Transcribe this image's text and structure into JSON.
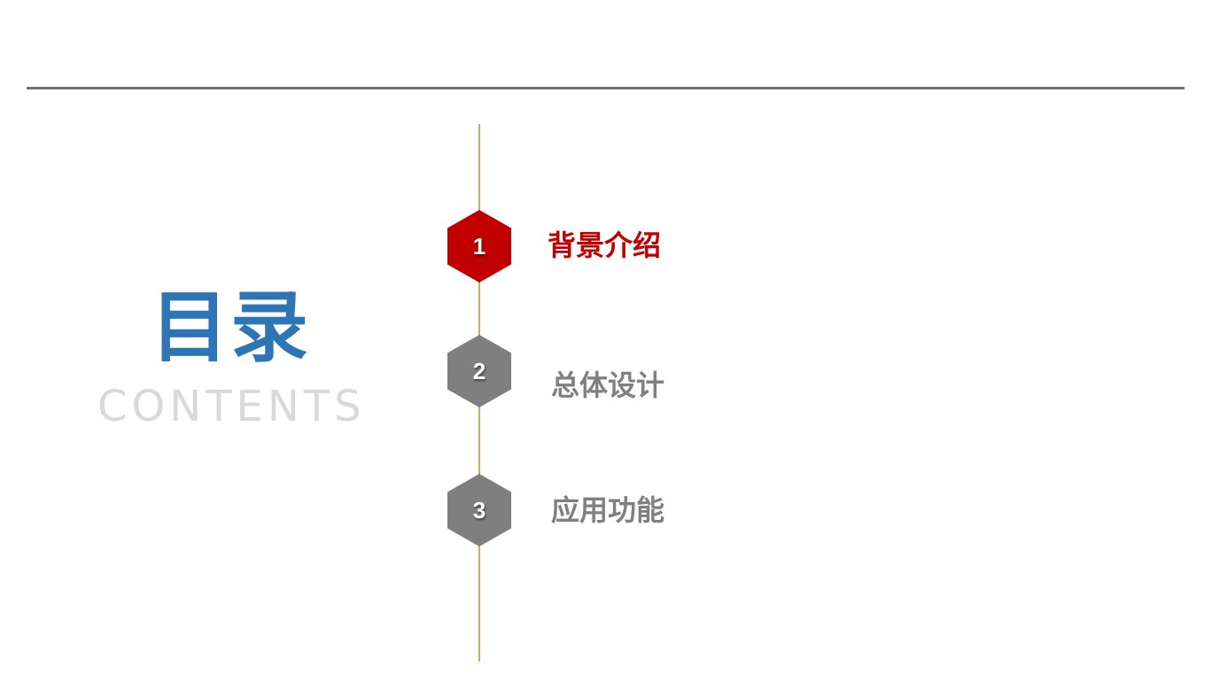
{
  "title": {
    "main": "目录",
    "sub": "CONTENTS"
  },
  "items": [
    {
      "number": "1",
      "label": "背景介绍",
      "active": true
    },
    {
      "number": "2",
      "label": "总体设计",
      "active": false
    },
    {
      "number": "3",
      "label": "应用功能",
      "active": false
    }
  ],
  "colors": {
    "title_main": "#2e75b6",
    "title_sub": "#d9d9d9",
    "active": "#c00000",
    "inactive": "#7f7f7f",
    "inactive_label": "#808080",
    "rule": "#707070",
    "timeline": "#d2a56a"
  }
}
